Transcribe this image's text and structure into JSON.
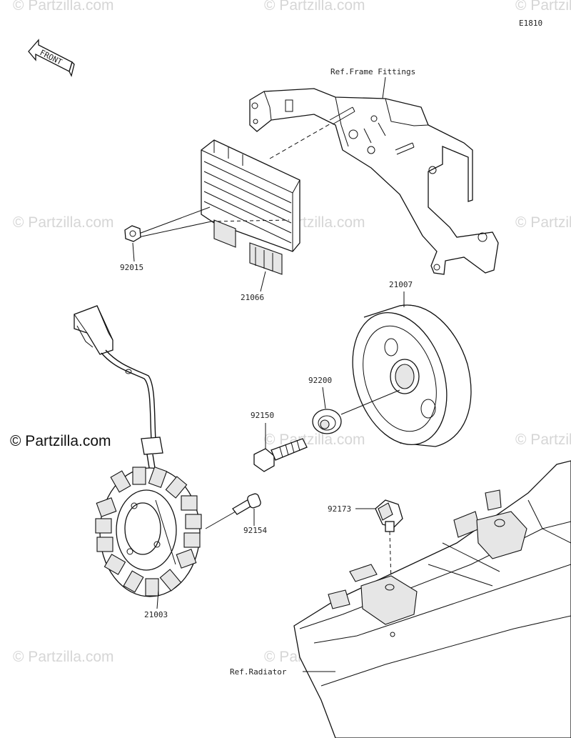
{
  "diagram_code": "E1810",
  "front_label": "FRONT",
  "watermark": "© Partzilla.com",
  "refs": {
    "frame_fittings": "Ref.Frame Fittings",
    "radiator": "Ref.Radiator"
  },
  "parts": {
    "p92015": "92015",
    "p21066": "21066",
    "p21007": "21007",
    "p92200": "92200",
    "p92150": "92150",
    "p92154": "92154",
    "p21003": "21003",
    "p92173": "92173"
  }
}
